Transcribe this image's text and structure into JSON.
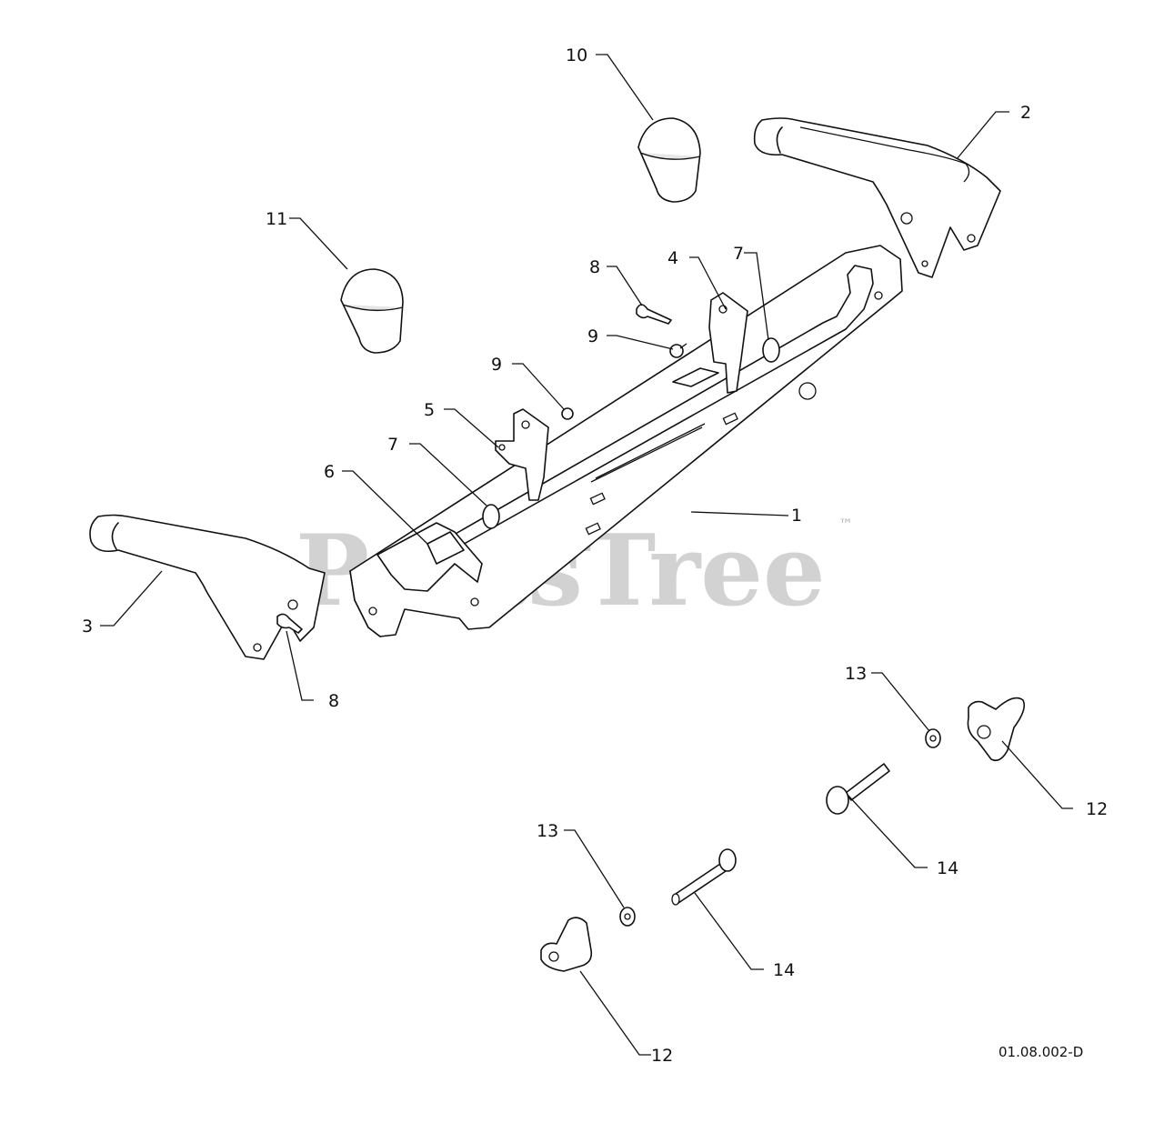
{
  "diagram": {
    "callouts": {
      "c1": "1",
      "c2": "2",
      "c3": "3",
      "c4": "4",
      "c5": "5",
      "c6": "6",
      "c7a": "7",
      "c7b": "7",
      "c8a": "8",
      "c8b": "8",
      "c9a": "9",
      "c9b": "9",
      "c10": "10",
      "c11": "11",
      "c12a": "12",
      "c12b": "12",
      "c13a": "13",
      "c13b": "13",
      "c14a": "14",
      "c14b": "14"
    },
    "drawing_code": "01.08.002-D"
  },
  "watermark": {
    "text": "PartsTree",
    "trademark": "™"
  }
}
